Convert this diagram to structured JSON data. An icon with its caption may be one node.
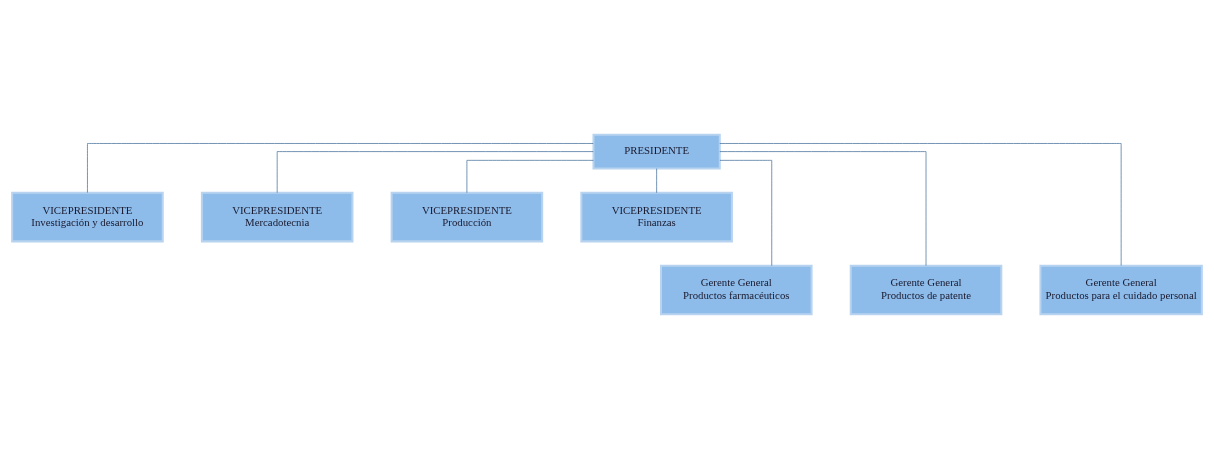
{
  "diagram": {
    "nodes": [
      {
        "text": [
          "PRESIDENTE"
        ]
      },
      {
        "text": [
          "VICEPRESIDENTE",
          "Investigación y desarrollo"
        ]
      },
      {
        "text": [
          "VICEPRESIDENTE",
          "Mercadotecnia"
        ]
      },
      {
        "text": [
          "VICEPRESIDENTE",
          "Producción"
        ]
      },
      {
        "text": [
          "VICEPRESIDENTE",
          "Finanzas"
        ]
      },
      {
        "text": [
          "Gerente General",
          "Productos farmacéuticos"
        ]
      },
      {
        "text": [
          "Gerente General",
          "Productos de patente"
        ]
      },
      {
        "text": [
          "Gerente General",
          "Productos para el cuidado personal"
        ]
      }
    ],
    "edges": [
      {
        "from": 0,
        "to": 1,
        "arrow": "none"
      },
      {
        "from": 0,
        "to": 2,
        "arrow": "none"
      },
      {
        "from": 0,
        "to": 3,
        "arrow": "none"
      },
      {
        "from": 0,
        "to": 4,
        "arrow": "none"
      },
      {
        "from": 0,
        "to": 5,
        "arrow": "none"
      },
      {
        "from": 0,
        "to": 6,
        "arrow": "none"
      },
      {
        "from": 0,
        "to": 7,
        "arrow": "none"
      }
    ]
  }
}
